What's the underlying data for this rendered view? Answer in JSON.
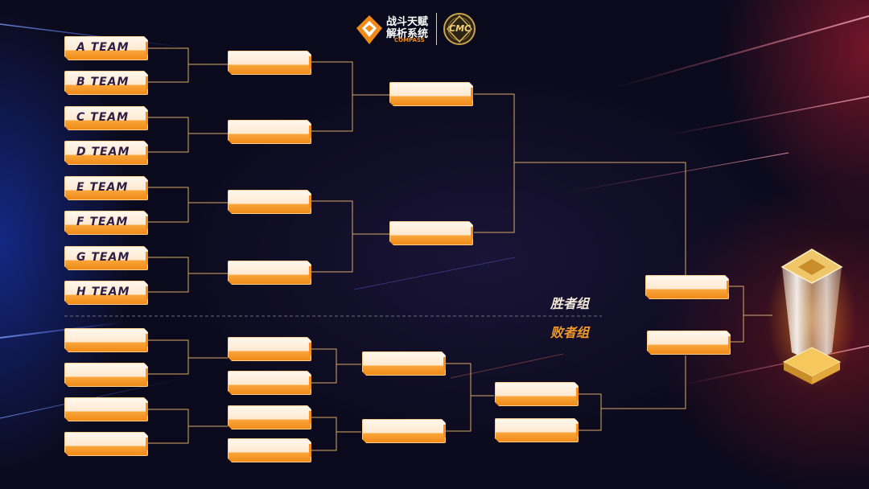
{
  "header": {
    "brand_line1": "战斗天赋",
    "brand_line2": "解析系统",
    "brand_sub": "COMPASS",
    "badge_text": "CMC"
  },
  "winners_bracket": {
    "round1": [
      "A TEAM",
      "B TEAM",
      "C TEAM",
      "D TEAM",
      "E TEAM",
      "F TEAM",
      "G TEAM",
      "H TEAM"
    ]
  },
  "labels": {
    "winners_group": "胜者组",
    "losers_group": "败者组"
  },
  "colors": {
    "accent_orange": "#f08a18",
    "slot_cream": "#fff2e2",
    "line_gold": "#d9a868",
    "winners_label": "#f3e9da",
    "losers_label": "#f39a2a"
  },
  "icons": [
    "compass-logo-icon",
    "cmc-badge-icon",
    "trophy-icon"
  ]
}
